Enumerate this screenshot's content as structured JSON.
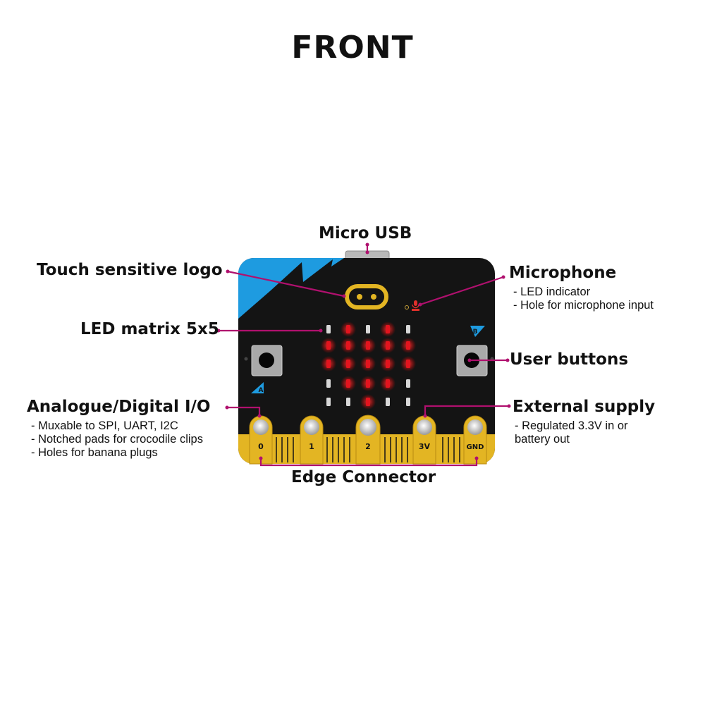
{
  "title": "FRONT",
  "labels": {
    "micro_usb": "Micro USB",
    "touch_logo": "Touch sensitive logo",
    "led_matrix": "LED matrix 5x5",
    "analog_io": "Analogue/Digital I/O",
    "microphone": "Microphone",
    "user_buttons": "User buttons",
    "external_supply": "External supply",
    "edge_connector": "Edge Connector"
  },
  "details": {
    "analog_io": [
      "- Muxable to SPI, UART, I2C",
      "- Notched pads for crocodile clips",
      "- Holes for banana plugs"
    ],
    "microphone": [
      "- LED indicator",
      "- Hole for microphone input"
    ],
    "external_supply": [
      "- Regulated 3.3V in or",
      "battery out"
    ]
  },
  "board": {
    "button_a": "A",
    "button_b": "B",
    "pins": [
      "0",
      "1",
      "2",
      "3V",
      "GND"
    ],
    "led_matrix": [
      [
        0,
        1,
        0,
        1,
        0
      ],
      [
        1,
        1,
        1,
        1,
        1
      ],
      [
        1,
        1,
        1,
        1,
        1
      ],
      [
        0,
        1,
        1,
        1,
        0
      ],
      [
        0,
        0,
        1,
        0,
        0
      ]
    ]
  },
  "colors": {
    "board": "#141414",
    "accent_blue": "#1e9be0",
    "gold": "#e3b523",
    "leader_line": "#b0106e",
    "led_on": "#e3141e",
    "led_off": "#d8d8d8"
  }
}
